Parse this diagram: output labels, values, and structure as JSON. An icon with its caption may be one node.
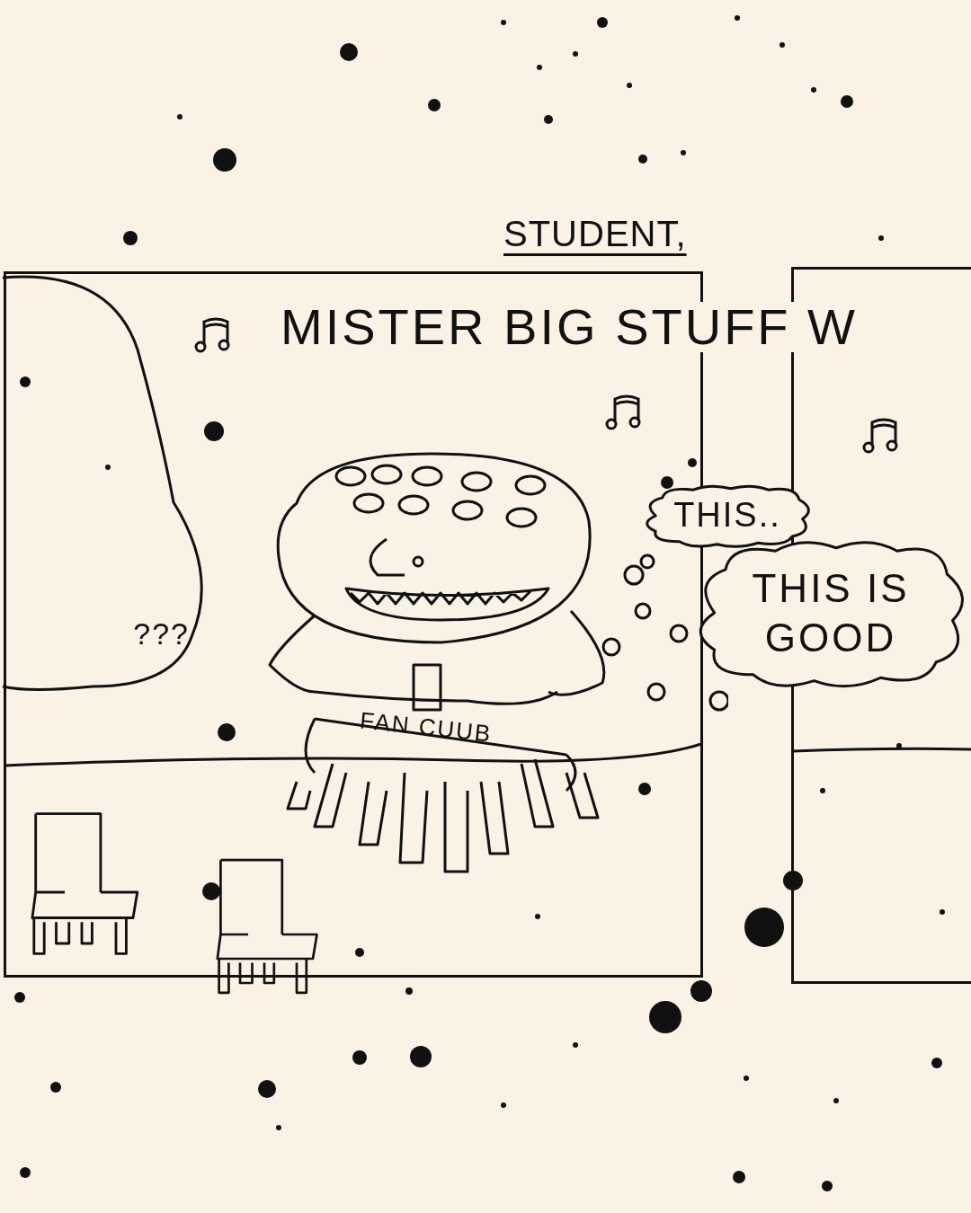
{
  "diagram": {
    "nodes": [
      {
        "text": [],
        "shape": "box"
      },
      {
        "text": [],
        "shape": "box"
      },
      {
        "text": [
          "???"
        ],
        "in": 0
      },
      {
        "text": [
          "THIS.."
        ]
      },
      {
        "text": [
          "THIS IS GOOD"
        ]
      }
    ],
    "labels": [
      "STUDENT,",
      "MISTER BIG STUFF W",
      "FAN CUUB"
    ]
  }
}
